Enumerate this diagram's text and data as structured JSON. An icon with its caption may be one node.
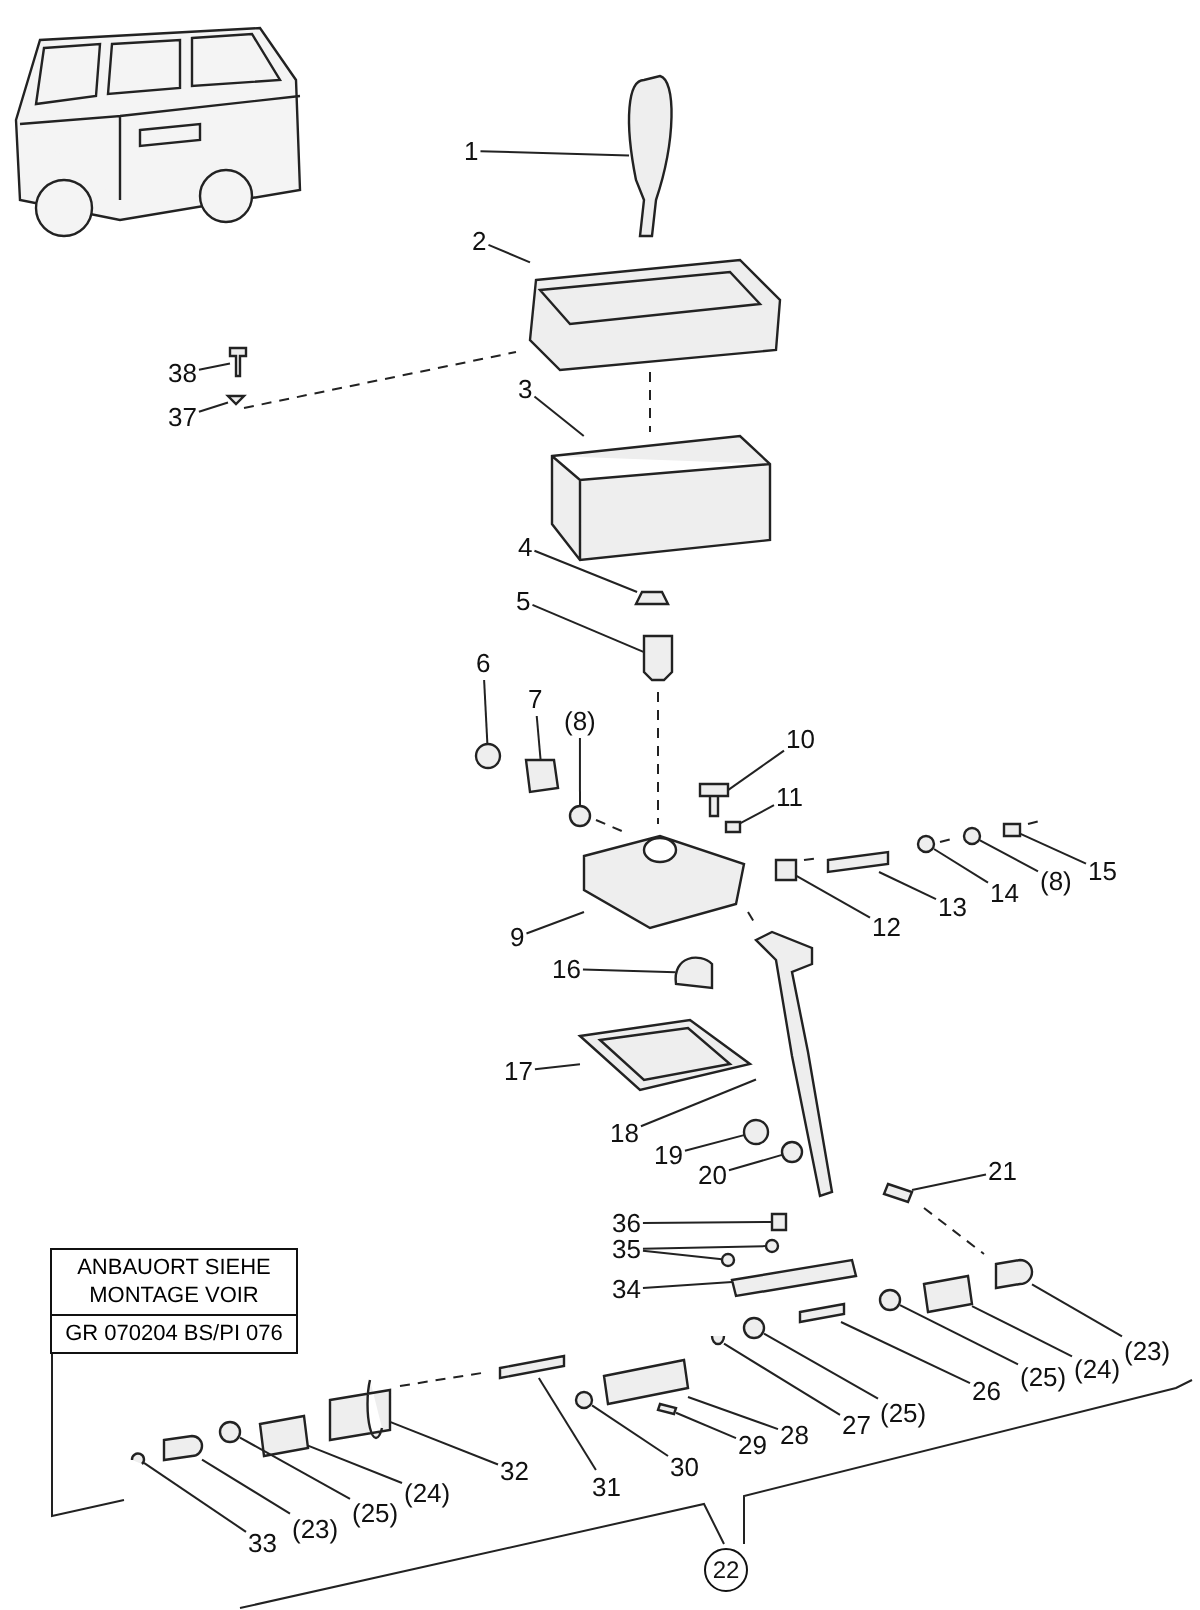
{
  "diagram": {
    "nodes": [
      {
        "text": [
          "1"
        ]
      },
      {
        "text": [
          "2"
        ]
      },
      {
        "text": [
          "38"
        ]
      },
      {
        "text": [
          "37"
        ]
      },
      {
        "text": [
          "3"
        ]
      },
      {
        "text": [
          "4"
        ]
      },
      {
        "text": [
          "5"
        ]
      },
      {
        "text": [
          "6"
        ]
      },
      {
        "text": [
          "7"
        ]
      },
      {
        "text": [
          "(8)"
        ]
      },
      {
        "text": [
          "10"
        ]
      },
      {
        "text": [
          "11"
        ]
      },
      {
        "text": [
          "9"
        ]
      },
      {
        "text": [
          "12"
        ]
      },
      {
        "text": [
          "13"
        ]
      },
      {
        "text": [
          "14"
        ]
      },
      {
        "text": [
          "(8)"
        ]
      },
      {
        "text": [
          "15"
        ]
      },
      {
        "text": [
          "16"
        ]
      },
      {
        "text": [
          "17"
        ]
      },
      {
        "text": [
          "18"
        ]
      },
      {
        "text": [
          "19"
        ]
      },
      {
        "text": [
          "20"
        ]
      },
      {
        "text": [
          "21"
        ]
      },
      {
        "text": [
          "36"
        ]
      },
      {
        "text": [
          "35"
        ]
      },
      {
        "text": [
          "34"
        ]
      },
      {
        "text": [
          "ANBAUORT SIEHE MONTAGE VOIR",
          "GR 070204 BS/PI 076"
        ]
      },
      {
        "text": [
          "(23)"
        ]
      },
      {
        "text": [
          "(24)"
        ]
      },
      {
        "text": [
          "(25)"
        ]
      },
      {
        "text": [
          "26"
        ]
      },
      {
        "text": [
          "(25)"
        ]
      },
      {
        "text": [
          "27"
        ]
      },
      {
        "text": [
          "28"
        ]
      },
      {
        "text": [
          "29"
        ]
      },
      {
        "text": [
          "30"
        ]
      },
      {
        "text": [
          "31"
        ]
      },
      {
        "text": [
          "32"
        ]
      },
      {
        "text": [
          "(24)"
        ]
      },
      {
        "text": [
          "(25)"
        ]
      },
      {
        "text": [
          "(23)"
        ]
      },
      {
        "text": [
          "33"
        ]
      },
      {
        "text": [
          "22"
        ]
      },
      {
        "text": [],
        "shape": "box"
      },
      {
        "text": [],
        "shape": "box"
      },
      {
        "text": [],
        "shape": "box"
      },
      {
        "text": [],
        "shape": "box"
      },
      {
        "text": [],
        "shape": "box"
      },
      {
        "text": [],
        "shape": "box"
      },
      {
        "text": [],
        "shape": "box"
      },
      {
        "text": [],
        "shape": "circle"
      },
      {
        "text": [],
        "shape": "box"
      },
      {
        "text": [],
        "shape": "circle"
      },
      {
        "text": [],
        "shape": "box"
      },
      {
        "text": [],
        "shape": "box"
      },
      {
        "text": [],
        "shape": "box"
      },
      {
        "text": [],
        "shape": "box"
      },
      {
        "text": [],
        "shape": "box"
      },
      {
        "text": [],
        "shape": "circle"
      },
      {
        "text": [],
        "shape": "circle"
      },
      {
        "text": [],
        "shape": "box"
      },
      {
        "text": [],
        "shape": "box"
      },
      {
        "text": [],
        "shape": "box"
      },
      {
        "text": [],
        "shape": "box"
      },
      {
        "text": [],
        "shape": "circle"
      },
      {
        "text": [],
        "shape": "circle"
      },
      {
        "text": [],
        "shape": "box"
      },
      {
        "text": [],
        "shape": "box"
      },
      {
        "text": [],
        "shape": "circle"
      },
      {
        "text": [],
        "shape": "circle"
      },
      {
        "text": [],
        "shape": "box"
      },
      {
        "text": [],
        "shape": "box"
      },
      {
        "text": [],
        "shape": "box"
      },
      {
        "text": [],
        "shape": "circle"
      },
      {
        "text": [],
        "shape": "box"
      },
      {
        "text": [],
        "shape": "circle"
      },
      {
        "text": [],
        "shape": "box"
      },
      {
        "text": [],
        "shape": "box"
      },
      {
        "text": [],
        "shape": "box"
      },
      {
        "text": [],
        "shape": "circle"
      },
      {
        "text": [],
        "shape": "box"
      },
      {
        "text": [],
        "shape": "box"
      },
      {
        "text": [],
        "shape": "box"
      },
      {
        "text": [],
        "shape": "circle"
      },
      {
        "text": [],
        "shape": "box"
      },
      {
        "text": [],
        "shape": "box"
      }
    ],
    "edges": [
      {
        "from": 0,
        "to": 44,
        "arrow": "none"
      },
      {
        "from": 1,
        "to": 45,
        "arrow": "none"
      },
      {
        "from": 2,
        "to": 46,
        "arrow": "none"
      },
      {
        "from": 3,
        "to": 47,
        "arrow": "none"
      },
      {
        "from": 4,
        "to": 48,
        "arrow": "none"
      },
      {
        "from": 5,
        "to": 49,
        "arrow": "none"
      },
      {
        "from": 6,
        "to": 50,
        "arrow": "none"
      },
      {
        "from": 7,
        "to": 51,
        "arrow": "none"
      },
      {
        "from": 8,
        "to": 52,
        "arrow": "none"
      },
      {
        "from": 9,
        "to": 53,
        "arrow": "none"
      },
      {
        "from": 10,
        "to": 54,
        "arrow": "none"
      },
      {
        "from": 11,
        "to": 55,
        "arrow": "none"
      },
      {
        "from": 12,
        "to": 56,
        "arrow": "none"
      },
      {
        "from": 13,
        "to": 57,
        "arrow": "none"
      },
      {
        "from": 14,
        "to": 58,
        "arrow": "none"
      },
      {
        "from": 15,
        "to": 59,
        "arrow": "none"
      },
      {
        "from": 16,
        "to": 60,
        "arrow": "none"
      },
      {
        "from": 17,
        "to": 61,
        "arrow": "none"
      },
      {
        "from": 18,
        "to": 62,
        "arrow": "none"
      },
      {
        "from": 19,
        "to": 63,
        "arrow": "none"
      },
      {
        "from": 20,
        "to": 64,
        "arrow": "none"
      },
      {
        "from": 21,
        "to": 65,
        "arrow": "none"
      },
      {
        "from": 22,
        "to": 66,
        "arrow": "none"
      },
      {
        "from": 23,
        "to": 67,
        "arrow": "none"
      },
      {
        "from": 24,
        "to": 68,
        "arrow": "none"
      },
      {
        "from": 25,
        "to": 69,
        "arrow": "none"
      },
      {
        "from": 25,
        "to": 70,
        "arrow": "none"
      },
      {
        "from": 26,
        "to": 71,
        "arrow": "none"
      },
      {
        "from": 28,
        "to": 72,
        "arrow": "none"
      },
      {
        "from": 29,
        "to": 73,
        "arrow": "none"
      },
      {
        "from": 30,
        "to": 74,
        "arrow": "none"
      },
      {
        "from": 31,
        "to": 75,
        "arrow": "none"
      },
      {
        "from": 32,
        "to": 76,
        "arrow": "none"
      },
      {
        "from": 33,
        "to": 77,
        "arrow": "none"
      },
      {
        "from": 34,
        "to": 78,
        "arrow": "none"
      },
      {
        "from": 35,
        "to": 79,
        "arrow": "none"
      },
      {
        "from": 36,
        "to": 80,
        "arrow": "none"
      },
      {
        "from": 37,
        "to": 81,
        "arrow": "none"
      },
      {
        "from": 38,
        "to": 82,
        "arrow": "none"
      },
      {
        "from": 39,
        "to": 83,
        "arrow": "none"
      },
      {
        "from": 40,
        "to": 84,
        "arrow": "none"
      },
      {
        "from": 41,
        "to": 85,
        "arrow": "none"
      },
      {
        "from": 42,
        "to": 86,
        "arrow": "none"
      }
    ]
  }
}
